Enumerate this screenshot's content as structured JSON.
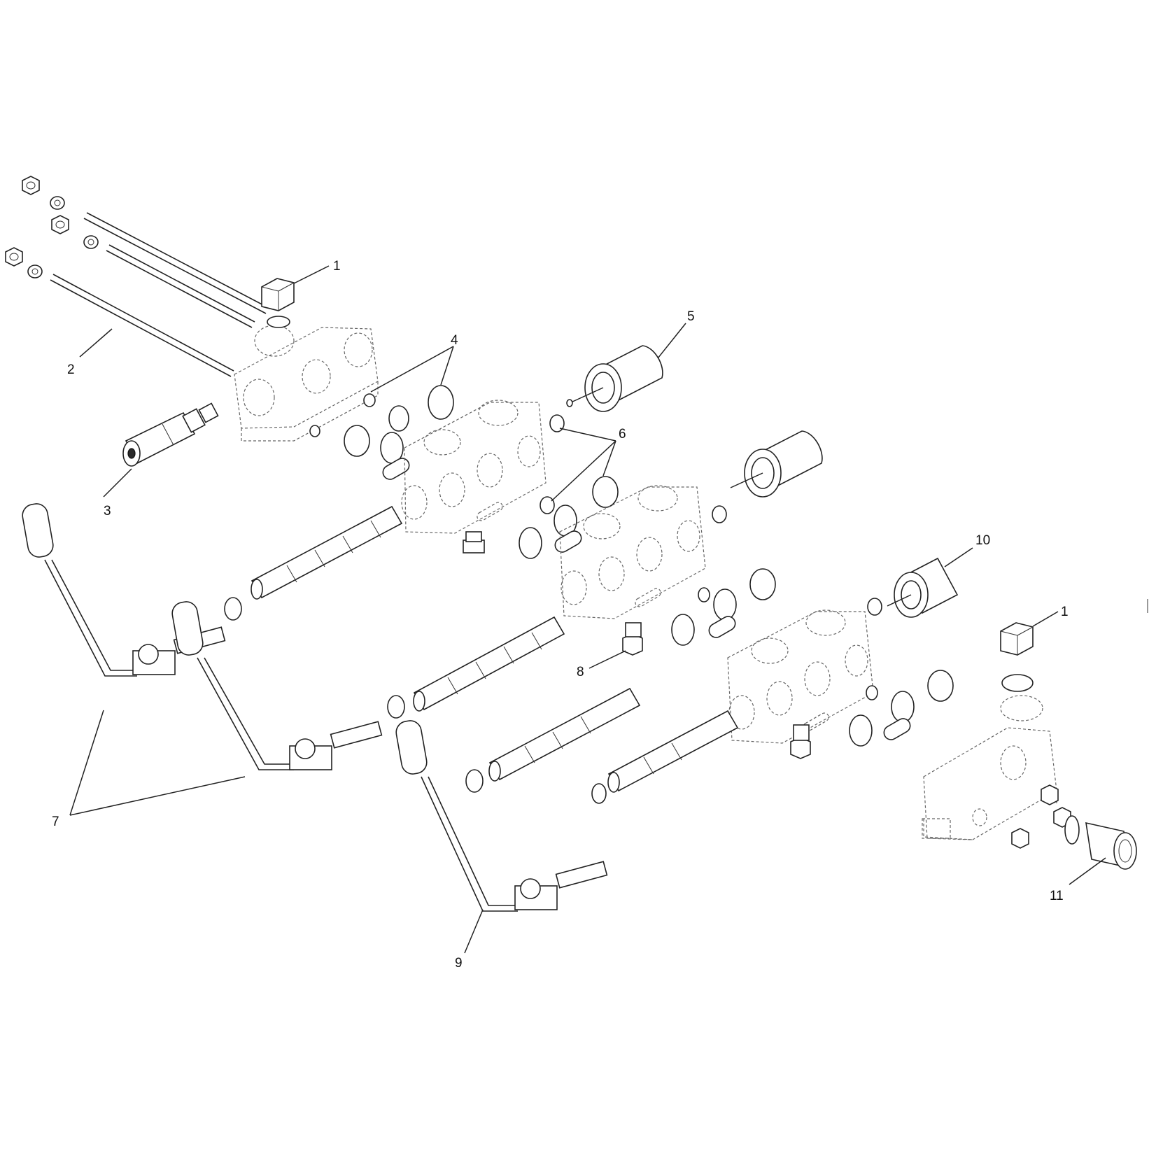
{
  "diagram": {
    "callouts": [
      {
        "id": "c1a",
        "label": "1"
      },
      {
        "id": "c2",
        "label": "2"
      },
      {
        "id": "c3",
        "label": "3"
      },
      {
        "id": "c4",
        "label": "4"
      },
      {
        "id": "c5",
        "label": "5"
      },
      {
        "id": "c6",
        "label": "6"
      },
      {
        "id": "c7",
        "label": "7"
      },
      {
        "id": "c8",
        "label": "8"
      },
      {
        "id": "c9",
        "label": "9"
      },
      {
        "id": "c10",
        "label": "10"
      },
      {
        "id": "c1b",
        "label": "1"
      },
      {
        "id": "c11",
        "label": "11"
      }
    ]
  }
}
